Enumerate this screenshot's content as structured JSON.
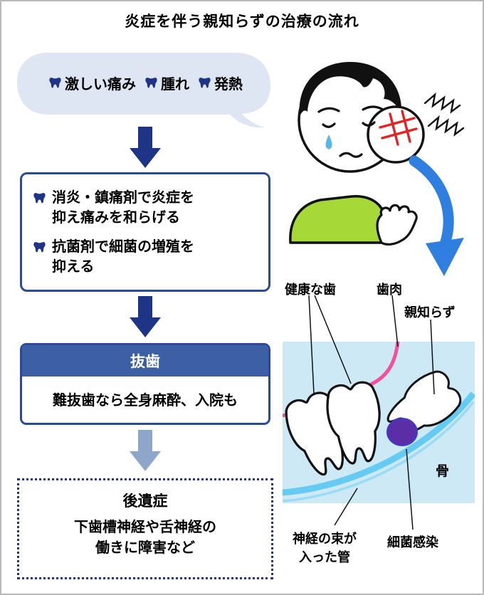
{
  "title": "炎症を伴う親知らずの治療の流れ",
  "flow": {
    "symptoms": [
      {
        "label": "激しい痛み"
      },
      {
        "label": "腫れ"
      },
      {
        "label": "発熱"
      }
    ],
    "treatment_items": [
      {
        "line1": "消炎・鎮痛剤で炎症を",
        "line2": "抑え痛みを和らげる"
      },
      {
        "line1": "抗菌剤で細菌の増殖を",
        "line2": "抑える"
      }
    ],
    "extraction": {
      "header": "抜歯",
      "body": "難抜歯なら全身麻酔、入院も"
    },
    "aftereffects": {
      "header": "後遺症",
      "line1": "下歯槽神経や舌神経の",
      "line2": "働きに障害など"
    }
  },
  "anatomy": {
    "labels": {
      "healthy_teeth": "健康な歯",
      "gums": "歯肉",
      "wisdom_tooth": "親知らず",
      "bone": "骨",
      "nerve_canal_line1": "神経の束が",
      "nerve_canal_line2": "入った管",
      "infection": "細菌感染"
    }
  },
  "colors": {
    "navy": "#1e3487",
    "box_border": "#2b4a9b",
    "header_bg": "#3c5fa6",
    "bubble_bg": "#dde6f2",
    "light_arrow": "#8ea6ca",
    "anatomy_bg": "#cde9f6",
    "gum_pink": "#f2509e",
    "bone_blue": "#66cbf2",
    "infection_purple": "#5b2da6",
    "arrow_blue": "#2f7fe0",
    "shirt_green": "#a6d838",
    "pain_red": "#e32222",
    "tear_blue": "#5ab7e8"
  }
}
